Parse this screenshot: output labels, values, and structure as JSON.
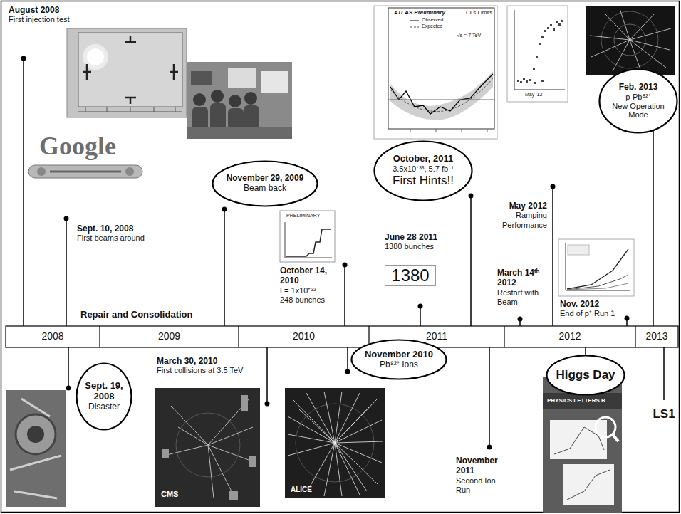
{
  "diagram": {
    "nodes": [
      {
        "text": [
          "November 29, 2009",
          "Beam back"
        ]
      },
      {
        "text": [
          "October, 2011",
          "3.5x10⁺³³, 5.7 fb⁻¹",
          "First Hints!!"
        ]
      },
      {
        "text": [
          "1380"
        ]
      },
      {
        "text": [
          "Feb. 2013",
          "p-Pb⁸²⁺",
          "New Operation Mode"
        ]
      },
      {
        "text": [
          "Sept. 19, 2008",
          "Disaster"
        ]
      },
      {
        "text": [
          "November 2010",
          "Pb⁸²⁺ Ions"
        ]
      },
      {
        "text": [
          "Higgs Day"
        ]
      }
    ],
    "labels": [
      "August 2008",
      "First injection test",
      "Sept. 10, 2008",
      "First beams around",
      "Repair and Consolidation",
      "October 14, 2010",
      "L= 1x10⁺³²",
      "248 bunches",
      "June 28 2011",
      "1380 bunches",
      "May 2012",
      "Ramping Performance",
      "March 14ᵗʰ 2012",
      "Restart with Beam",
      "Nov. 2012",
      "End of p⁺ Run 1",
      "2008",
      "2009",
      "2010",
      "2011",
      "2012",
      "2013",
      "March 30, 2010",
      "First collisions at 3.5 TeV",
      "November 2011",
      "Second Ion Run",
      "LS1",
      "Google",
      "ATLAS Preliminary",
      "CLs Limits",
      "Observed",
      "Expected",
      "√s = 7 TeV",
      "May '12",
      "PRELIMINARY",
      "CMS",
      "ALICE",
      "PHYSICS LETTERS B"
    ]
  }
}
